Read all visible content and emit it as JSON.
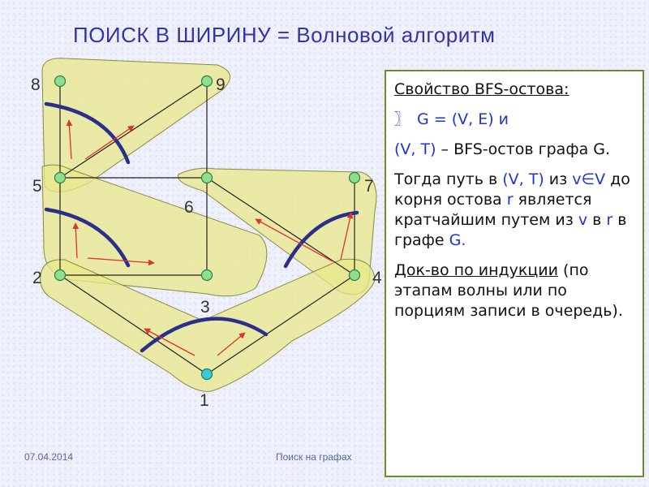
{
  "title": "ПОИСК В ШИРИНУ = Волновой алгоритм",
  "graph": {
    "nodes": [
      {
        "id": "1",
        "label": "1"
      },
      {
        "id": "2",
        "label": "2"
      },
      {
        "id": "3",
        "label": "3"
      },
      {
        "id": "4",
        "label": "4"
      },
      {
        "id": "5",
        "label": "5"
      },
      {
        "id": "6",
        "label": "6"
      },
      {
        "id": "7",
        "label": "7"
      },
      {
        "id": "8",
        "label": "8"
      },
      {
        "id": "9",
        "label": "9"
      }
    ],
    "edges": [
      [
        "1",
        "2"
      ],
      [
        "1",
        "4"
      ],
      [
        "2",
        "3"
      ],
      [
        "2",
        "5"
      ],
      [
        "3",
        "6"
      ],
      [
        "4",
        "6"
      ],
      [
        "4",
        "7"
      ],
      [
        "5",
        "6"
      ],
      [
        "5",
        "8"
      ],
      [
        "5",
        "9"
      ],
      [
        "6",
        "9"
      ]
    ],
    "root": "1",
    "colors": {
      "node": "#8ee08a",
      "root_node": "#33ccdd",
      "edge": "#222222",
      "region_fill": "#e8e88a",
      "wave_arc": "#2a2f8a",
      "arrow": "#e03030"
    }
  },
  "panel": {
    "heading": "Свойство BFS-остова:",
    "line1_glyph": "〗",
    "line1": "G = (V, E) и",
    "line2_a": "(V, T)",
    "line2_b": " – BFS-остов графа G.",
    "line3_a": "Тогда путь в ",
    "line3_b": "(V, T)",
    "line3_c": " из ",
    "line3_d": "v∈V",
    "line3_e": " до корня остова ",
    "line3_f": "r",
    "line3_g": " является кратчайшим путем из ",
    "line3_h": "v",
    "line3_i": " в ",
    "line3_j": "r",
    "line3_k": " в графе ",
    "line3_l": "G.",
    "proof_underlined": "Док-во по индукции",
    "proof_rest": " (по этапам волны или по порциям записи в очередь)."
  },
  "footer": {
    "date": "07.04.2014",
    "topic": "Поиск на графах"
  }
}
